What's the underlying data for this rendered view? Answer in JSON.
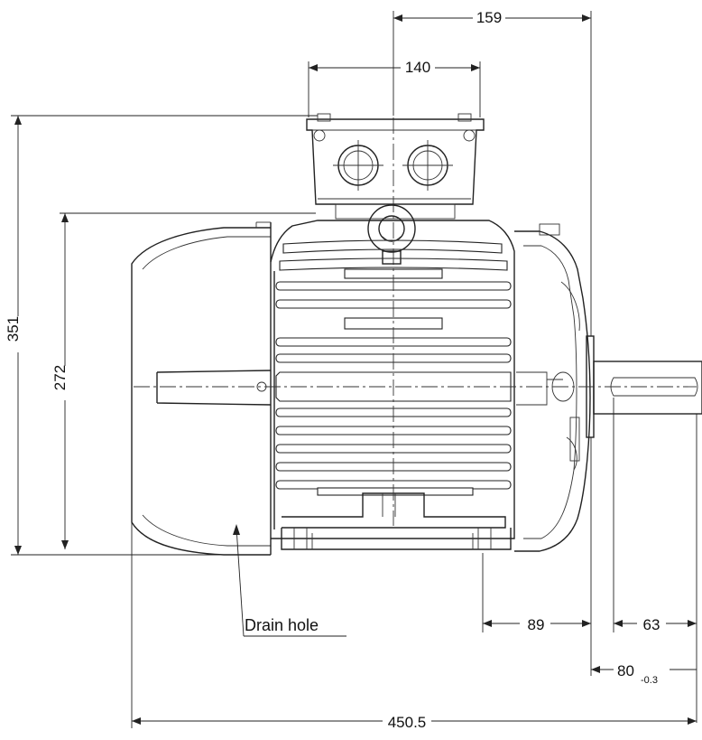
{
  "dimensions": {
    "d159": "159",
    "d140": "140",
    "d351": "351",
    "d272": "272",
    "d89": "89",
    "d63": "63",
    "d80": "80",
    "d80_tol": "-0.3",
    "d450": "450.5"
  },
  "labels": {
    "drain_hole": "Drain hole"
  }
}
